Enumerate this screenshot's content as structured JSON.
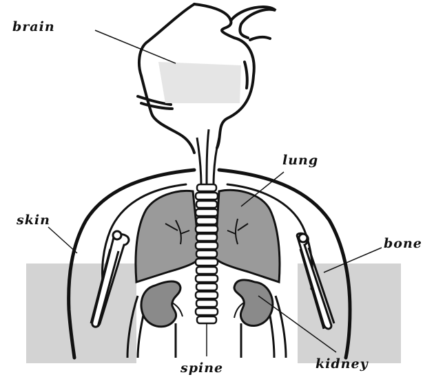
{
  "labels": {
    "brain": "brain",
    "lung": "lung",
    "skin": "skin",
    "bone": "bone",
    "spine": "spine",
    "kidney": "kidney"
  },
  "colors": {
    "outline": "#111111",
    "organ_fill": "#8a8a8a",
    "lung_fill": "#9a9a9a",
    "panel_fill": "#d3d3d3",
    "brain_highlight": "#e2e2e2"
  },
  "icons": [
    "brain-icon",
    "lung-icon",
    "kidney-icon",
    "spine-icon",
    "rib-bone-icon",
    "skin-outline-icon"
  ]
}
